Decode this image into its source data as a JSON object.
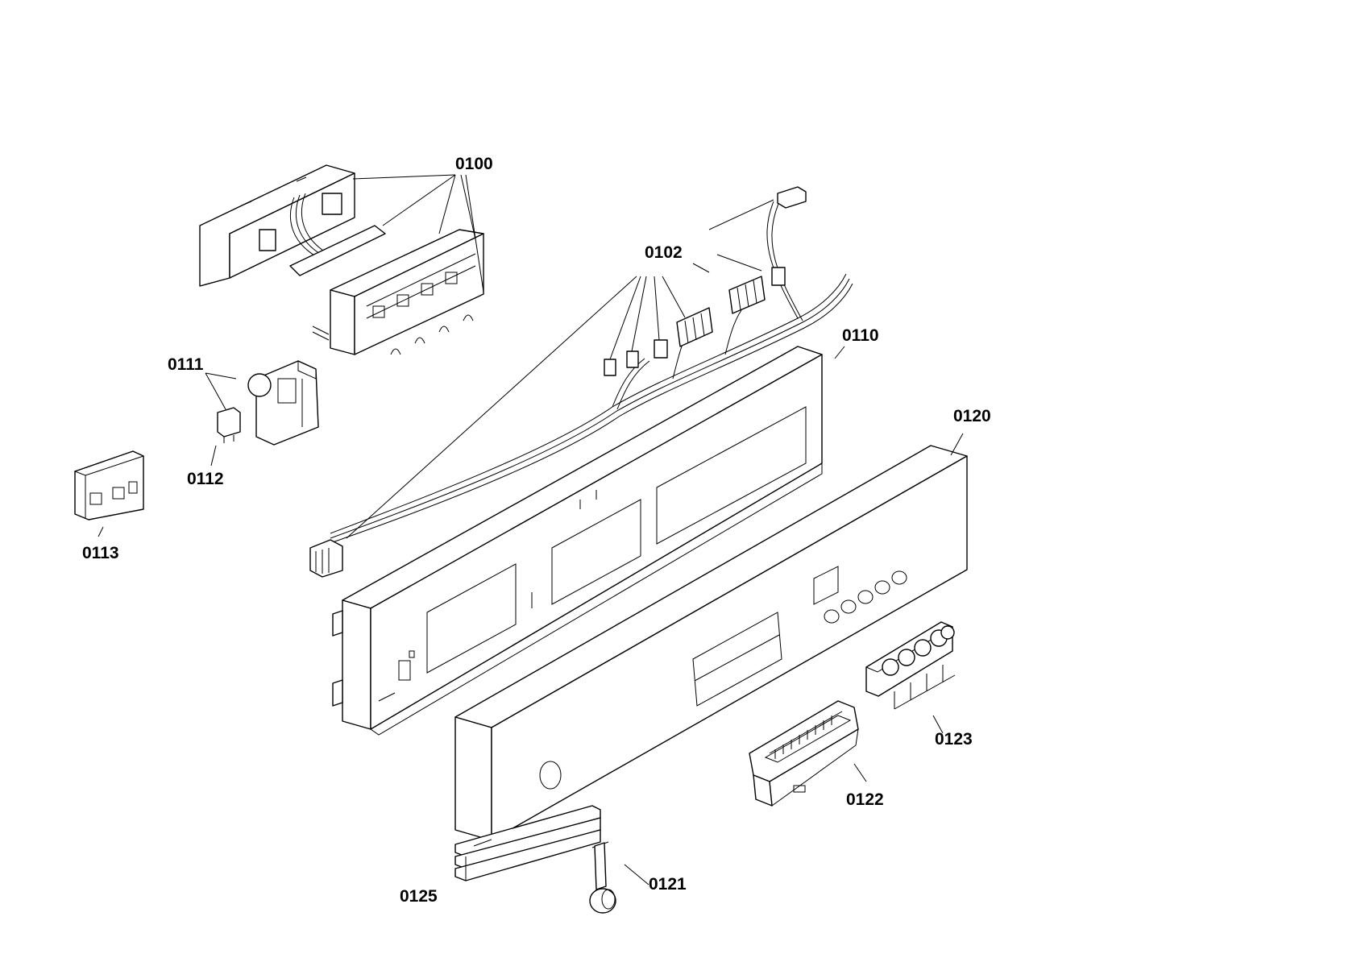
{
  "labels": {
    "p0100": "0100",
    "p0102": "0102",
    "p0110": "0110",
    "p0111": "0111",
    "p0112": "0112",
    "p0113": "0113",
    "p0120": "0120",
    "p0121": "0121",
    "p0122": "0122",
    "p0123": "0123",
    "p0125": "0125"
  }
}
